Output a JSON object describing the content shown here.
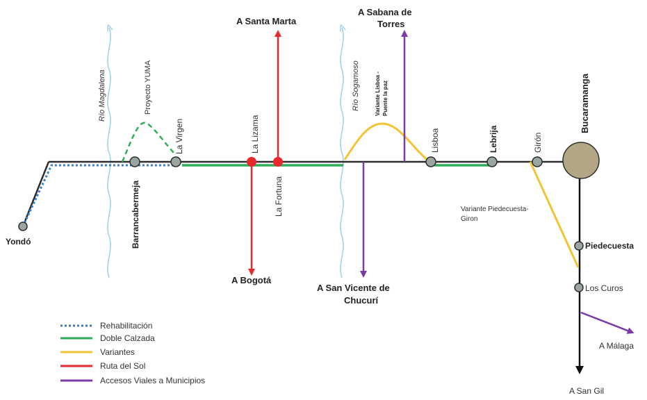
{
  "colors": {
    "main_road": "#2d2d2d",
    "rehabilitacion": "#2f7fd1",
    "doble_calzada": "#2fae5a",
    "variantes": "#f2c334",
    "ruta_del_sol": "#e8282c",
    "accesos": "#7a3aa8",
    "node_fill": "#9aa7a0",
    "city_fill": "#b3a684",
    "river": "#9fd3e8"
  },
  "rivers": [
    {
      "label": "Río Magdalena"
    },
    {
      "label": "Río Sogamoso"
    }
  ],
  "places": {
    "yondo": "Yondó",
    "barrancabermeja": "Barrancabermeja",
    "la_virgen": "La Virgen",
    "la_lizama": "La Lizama",
    "la_fortuna": "La Fortuna",
    "lisboa": "Lisboa",
    "lebrija": "Lebrija",
    "giron": "Girón",
    "bucaramanga": "Bucaramanga",
    "piedecuesta": "Piedecuesta",
    "los_curos": "Los Curos"
  },
  "annotations": {
    "proyecto_yuma": "Proyecto YUMA",
    "variante_lisboa_1": "Variante Lisboa -",
    "variante_lisboa_2": "Puente la paz",
    "variante_piedecuesta_1": "Variante Piedecuesta-",
    "variante_piedecuesta_2": "Giron"
  },
  "destinations": {
    "santa_marta": "A Santa Marta",
    "bogota": "A Bogotá",
    "sabana_1": "A Sabana de",
    "sabana_2": "Torres",
    "san_vicente_1": "A San Vicente de",
    "san_vicente_2": "Chucurí",
    "malaga": "A Málaga",
    "san_gil": "A San Gil"
  },
  "legend": [
    {
      "label": "Rehabilitación",
      "color": "#2f7fd1",
      "style": "dotted"
    },
    {
      "label": "Doble Calzada",
      "color": "#2fae5a",
      "style": "solid"
    },
    {
      "label": "Variantes",
      "color": "#f2c334",
      "style": "solid"
    },
    {
      "label": "Ruta del Sol",
      "color": "#e8282c",
      "style": "solid"
    },
    {
      "label": "Accesos Viales a Municipios",
      "color": "#7a3aa8",
      "style": "solid"
    }
  ]
}
